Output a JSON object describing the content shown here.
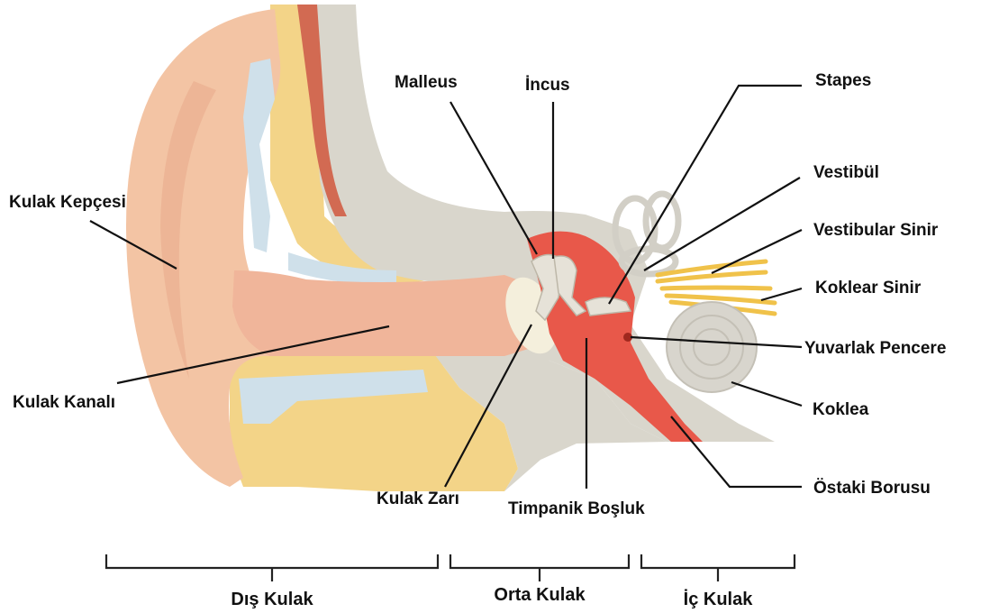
{
  "labels": {
    "kulak_kepcesi": "Kulak Kepçesi",
    "kulak_kanali": "Kulak Kanalı",
    "malleus": "Malleus",
    "incus": "İncus",
    "stapes": "Stapes",
    "vestibul": "Vestibül",
    "vestibular_sinir": "Vestibular Sinir",
    "koklear_sinir": "Koklear Sinir",
    "yuvarlak_pencere": "Yuvarlak Pencere",
    "koklea": "Koklea",
    "ostaki_borusu": "Östaki Borusu",
    "kulak_zari": "Kulak Zarı",
    "timpanik_bosluk": "Timpanik Boşluk"
  },
  "sections": {
    "dis_kulak": "Dış Kulak",
    "orta_kulak": "Orta Kulak",
    "ic_kulak": "İç Kulak"
  },
  "colors": {
    "skin": "#f3c4a4",
    "skin_dark": "#e8a98a",
    "canal": "#f0b59a",
    "fat": "#f3d488",
    "bone": "#d9d6cc",
    "cartilage": "#cfe0ea",
    "muscle": "#d26a52",
    "middle_ear": "#e8584a",
    "ossicle": "#e6e2d8",
    "nerve": "#f0c24a",
    "cochlea": "#d8d5cd"
  }
}
